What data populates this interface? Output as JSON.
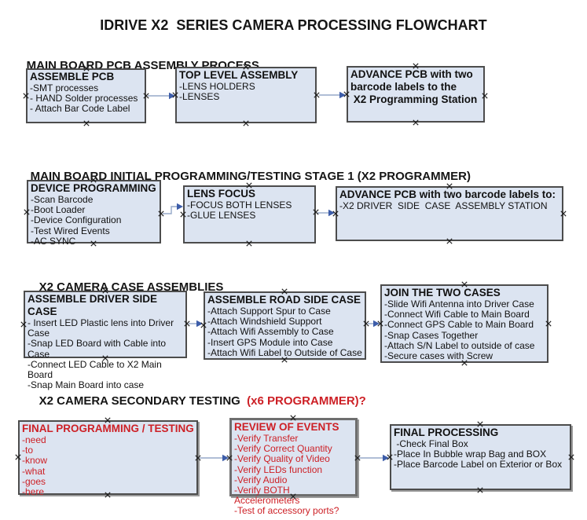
{
  "title": "IDRIVE X2  SERIES CAMERA PROCESSING FLOWCHART",
  "colors": {
    "box_fill": "#dce4f1",
    "box_border": "#4c4c4c",
    "red": "#cd2026",
    "arrow_line": "#95a8c9",
    "arrow_head": "#3d5da9",
    "handle": "#1f1f1f"
  },
  "sections": [
    {
      "heading": "MAIN BOARD PCB ASSEMBLY PROCESS",
      "heading_suffix": "",
      "boxes": [
        {
          "title": "ASSEMBLE PCB",
          "lines": [
            "-SMT processes",
            "- HAND Solder processes",
            "- Attach Bar Code Label"
          ]
        },
        {
          "title": "TOP LEVEL ASSEMBLY",
          "lines": [
            "-LENS HOLDERS",
            "-LENSES"
          ]
        },
        {
          "title": "ADVANCE PCB with two\nbarcode labels to the\n X2 Programming Station",
          "lines": []
        }
      ]
    },
    {
      "heading": "MAIN BOARD INITIAL PROGRAMMING/TESTING STAGE 1 (X2 PROGRAMMER)",
      "heading_suffix": "",
      "boxes": [
        {
          "title": "DEVICE PROGRAMMING",
          "lines": [
            "-Scan Barcode",
            "-Boot Loader",
            "-Device Configuration",
            "-Test Wired Events",
            "-AC SYNC"
          ]
        },
        {
          "title": "LENS FOCUS",
          "lines": [
            "-FOCUS BOTH LENSES",
            "-GLUE LENSES"
          ]
        },
        {
          "title": "ADVANCE PCB with two barcode labels to:",
          "lines": [
            "-X2 DRIVER  SIDE  CASE  ASSEMBLY STATION"
          ]
        }
      ]
    },
    {
      "heading": "X2 CAMERA CASE ASSEMBLIES",
      "heading_suffix": "",
      "boxes": [
        {
          "title": "ASSEMBLE DRIVER SIDE CASE",
          "lines": [
            "- Insert LED Plastic lens into Driver Case",
            "-Snap LED Board with Cable into Case",
            "-Connect LED Cable to X2 Main Board",
            "-Snap Main Board into case"
          ]
        },
        {
          "title": "ASSEMBLE ROAD SIDE CASE",
          "lines": [
            "-Attach Support Spur to Case",
            "-Attach Windshield Support",
            "-Attach Wifi Assembly to Case",
            "-Insert GPS Module into Case",
            "-Attach Wifi Label to Outside of Case"
          ]
        },
        {
          "title": "JOIN THE TWO CASES",
          "lines": [
            "-Slide Wifi Antenna into Driver Case",
            "-Connect Wifi Cable to Main Board",
            "-Connect GPS Cable to Main Board",
            "-Snap Cases Together",
            "-Attach S/N Label to outside of case",
            "-Secure cases with Screw"
          ]
        }
      ]
    },
    {
      "heading": "X2 CAMERA SECONDARY TESTING",
      "heading_suffix": "  (x6 PROGRAMMER)?",
      "boxes": [
        {
          "title": "FINAL PROGRAMMING / TESTING",
          "lines": [
            "-need",
            "-to",
            "-know",
            "-what",
            "-goes",
            "-here"
          ]
        },
        {
          "title": "REVIEW OF EVENTS",
          "lines": [
            "-Verify Transfer",
            "-Verify Correct Quantity",
            "-Verify Quality of Video",
            "-Verify LEDs function",
            "-Verify Audio",
            "-Verify BOTH Accelerometers",
            "-Test of accessory ports?"
          ]
        },
        {
          "title": "FINAL PROCESSING",
          "lines": [
            " -Check Final Box",
            "-Place In Bubble wrap Bag and BOX",
            "-Place Barcode Label on Exterior or Box"
          ]
        }
      ]
    }
  ]
}
